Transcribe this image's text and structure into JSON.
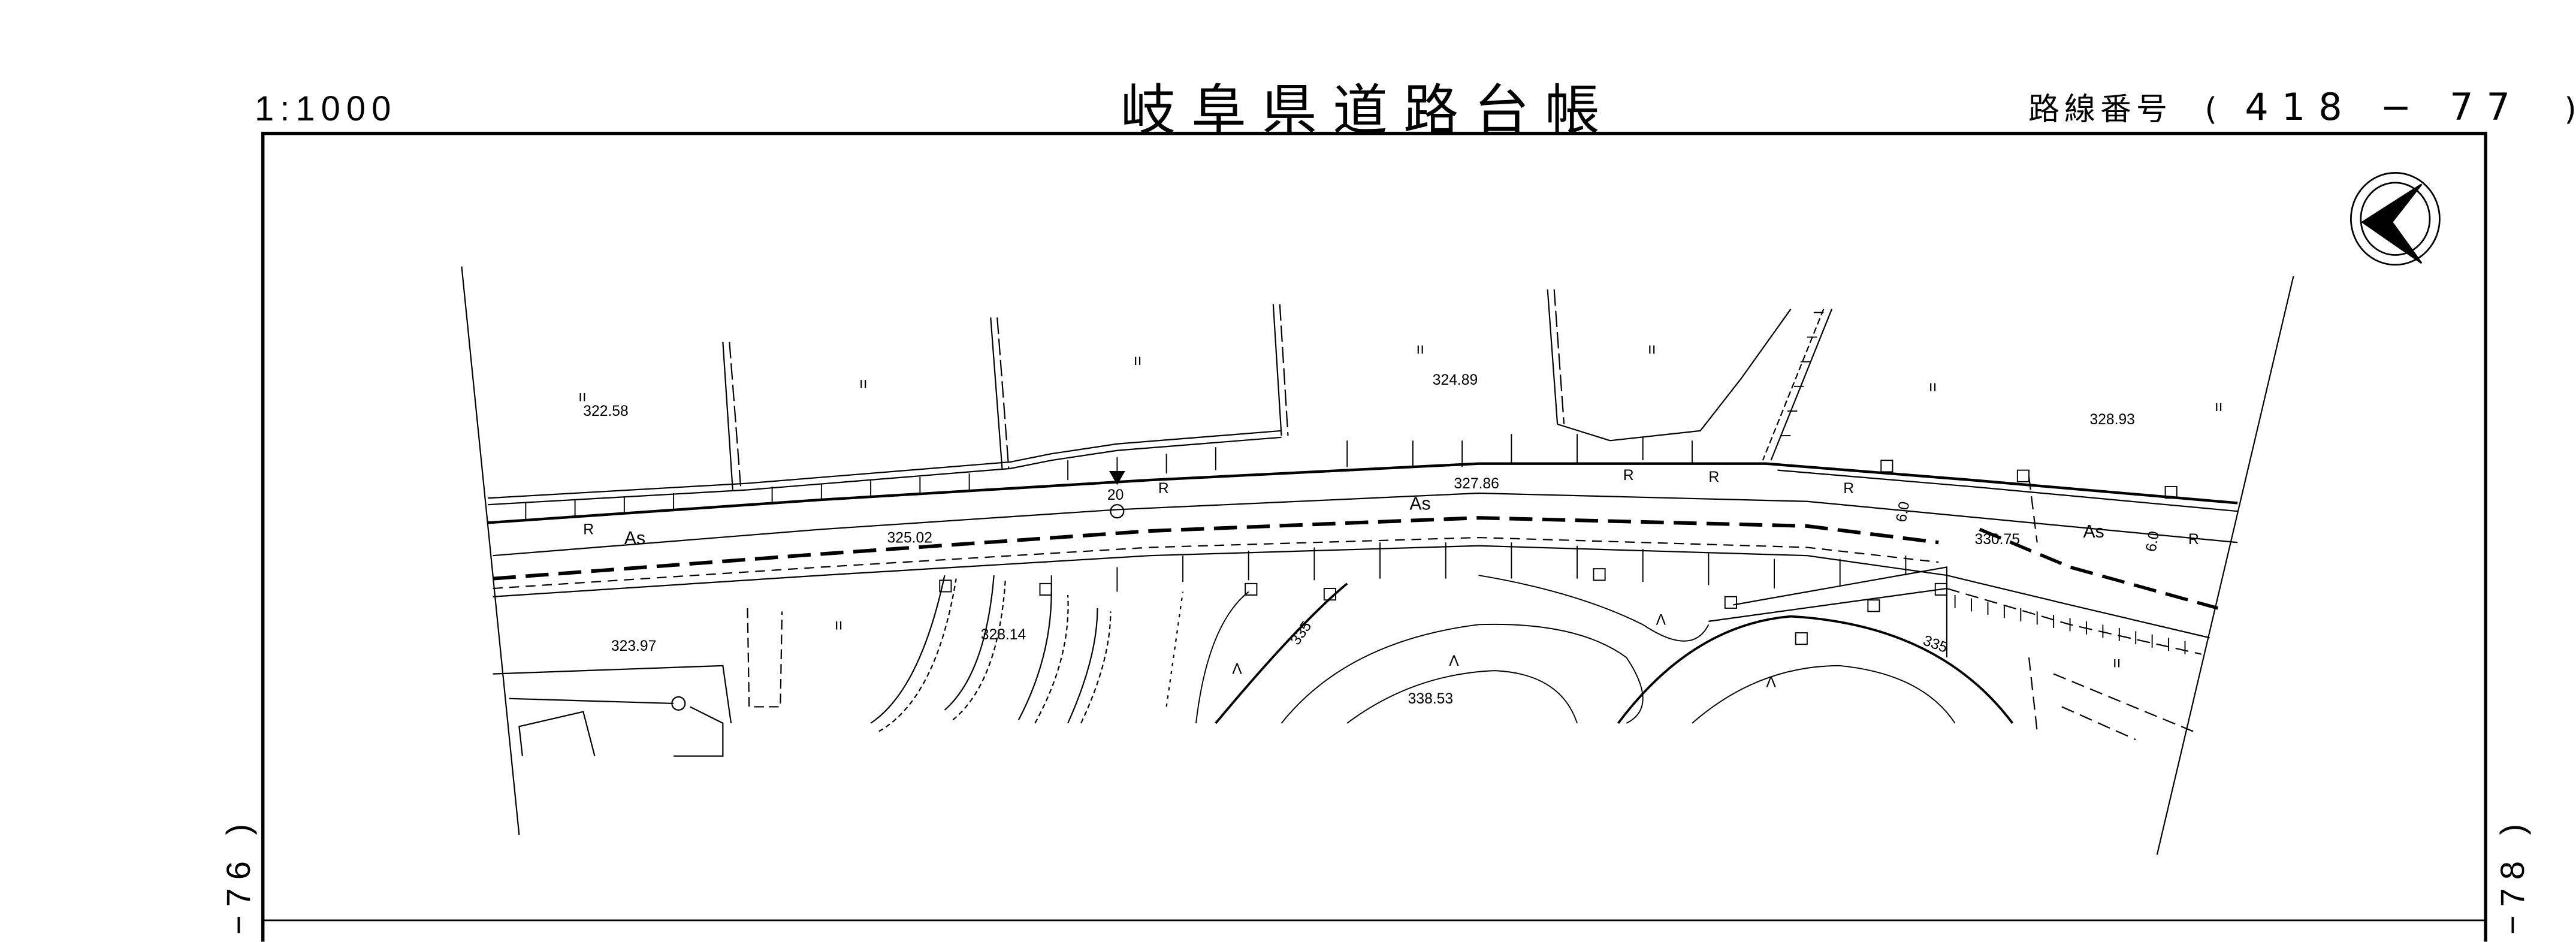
{
  "header": {
    "scale": "1:1000",
    "title": "岐阜県道路台帳",
    "route_label": "路線番号",
    "route_number": "418 − 77",
    "open_paren": "(",
    "close_paren": ")"
  },
  "adjacent_sheets": {
    "left": "−76 )",
    "right": "−78 )"
  },
  "map": {
    "north_arrow": "north-arrow-icon",
    "elevations": [
      "322.58",
      "324.89",
      "328.93",
      "327.86",
      "325.02",
      "330.75",
      "323.97",
      "328.14",
      "338.53"
    ],
    "contour_labels": [
      "335",
      "335"
    ],
    "station_label": "20",
    "surface_labels": [
      "As",
      "As",
      "As"
    ],
    "road_marks": [
      "R",
      "R",
      "R",
      "R",
      "R",
      "R"
    ],
    "width_labels": [
      "6.0",
      "6.0"
    ],
    "land_use_marks": [
      "ıı",
      "ıı",
      "ıı",
      "ıı",
      "ıı",
      "ıı",
      "ıı",
      "ıı",
      "ıı",
      "Λ",
      "Λ",
      "Λ",
      "Λ"
    ]
  }
}
